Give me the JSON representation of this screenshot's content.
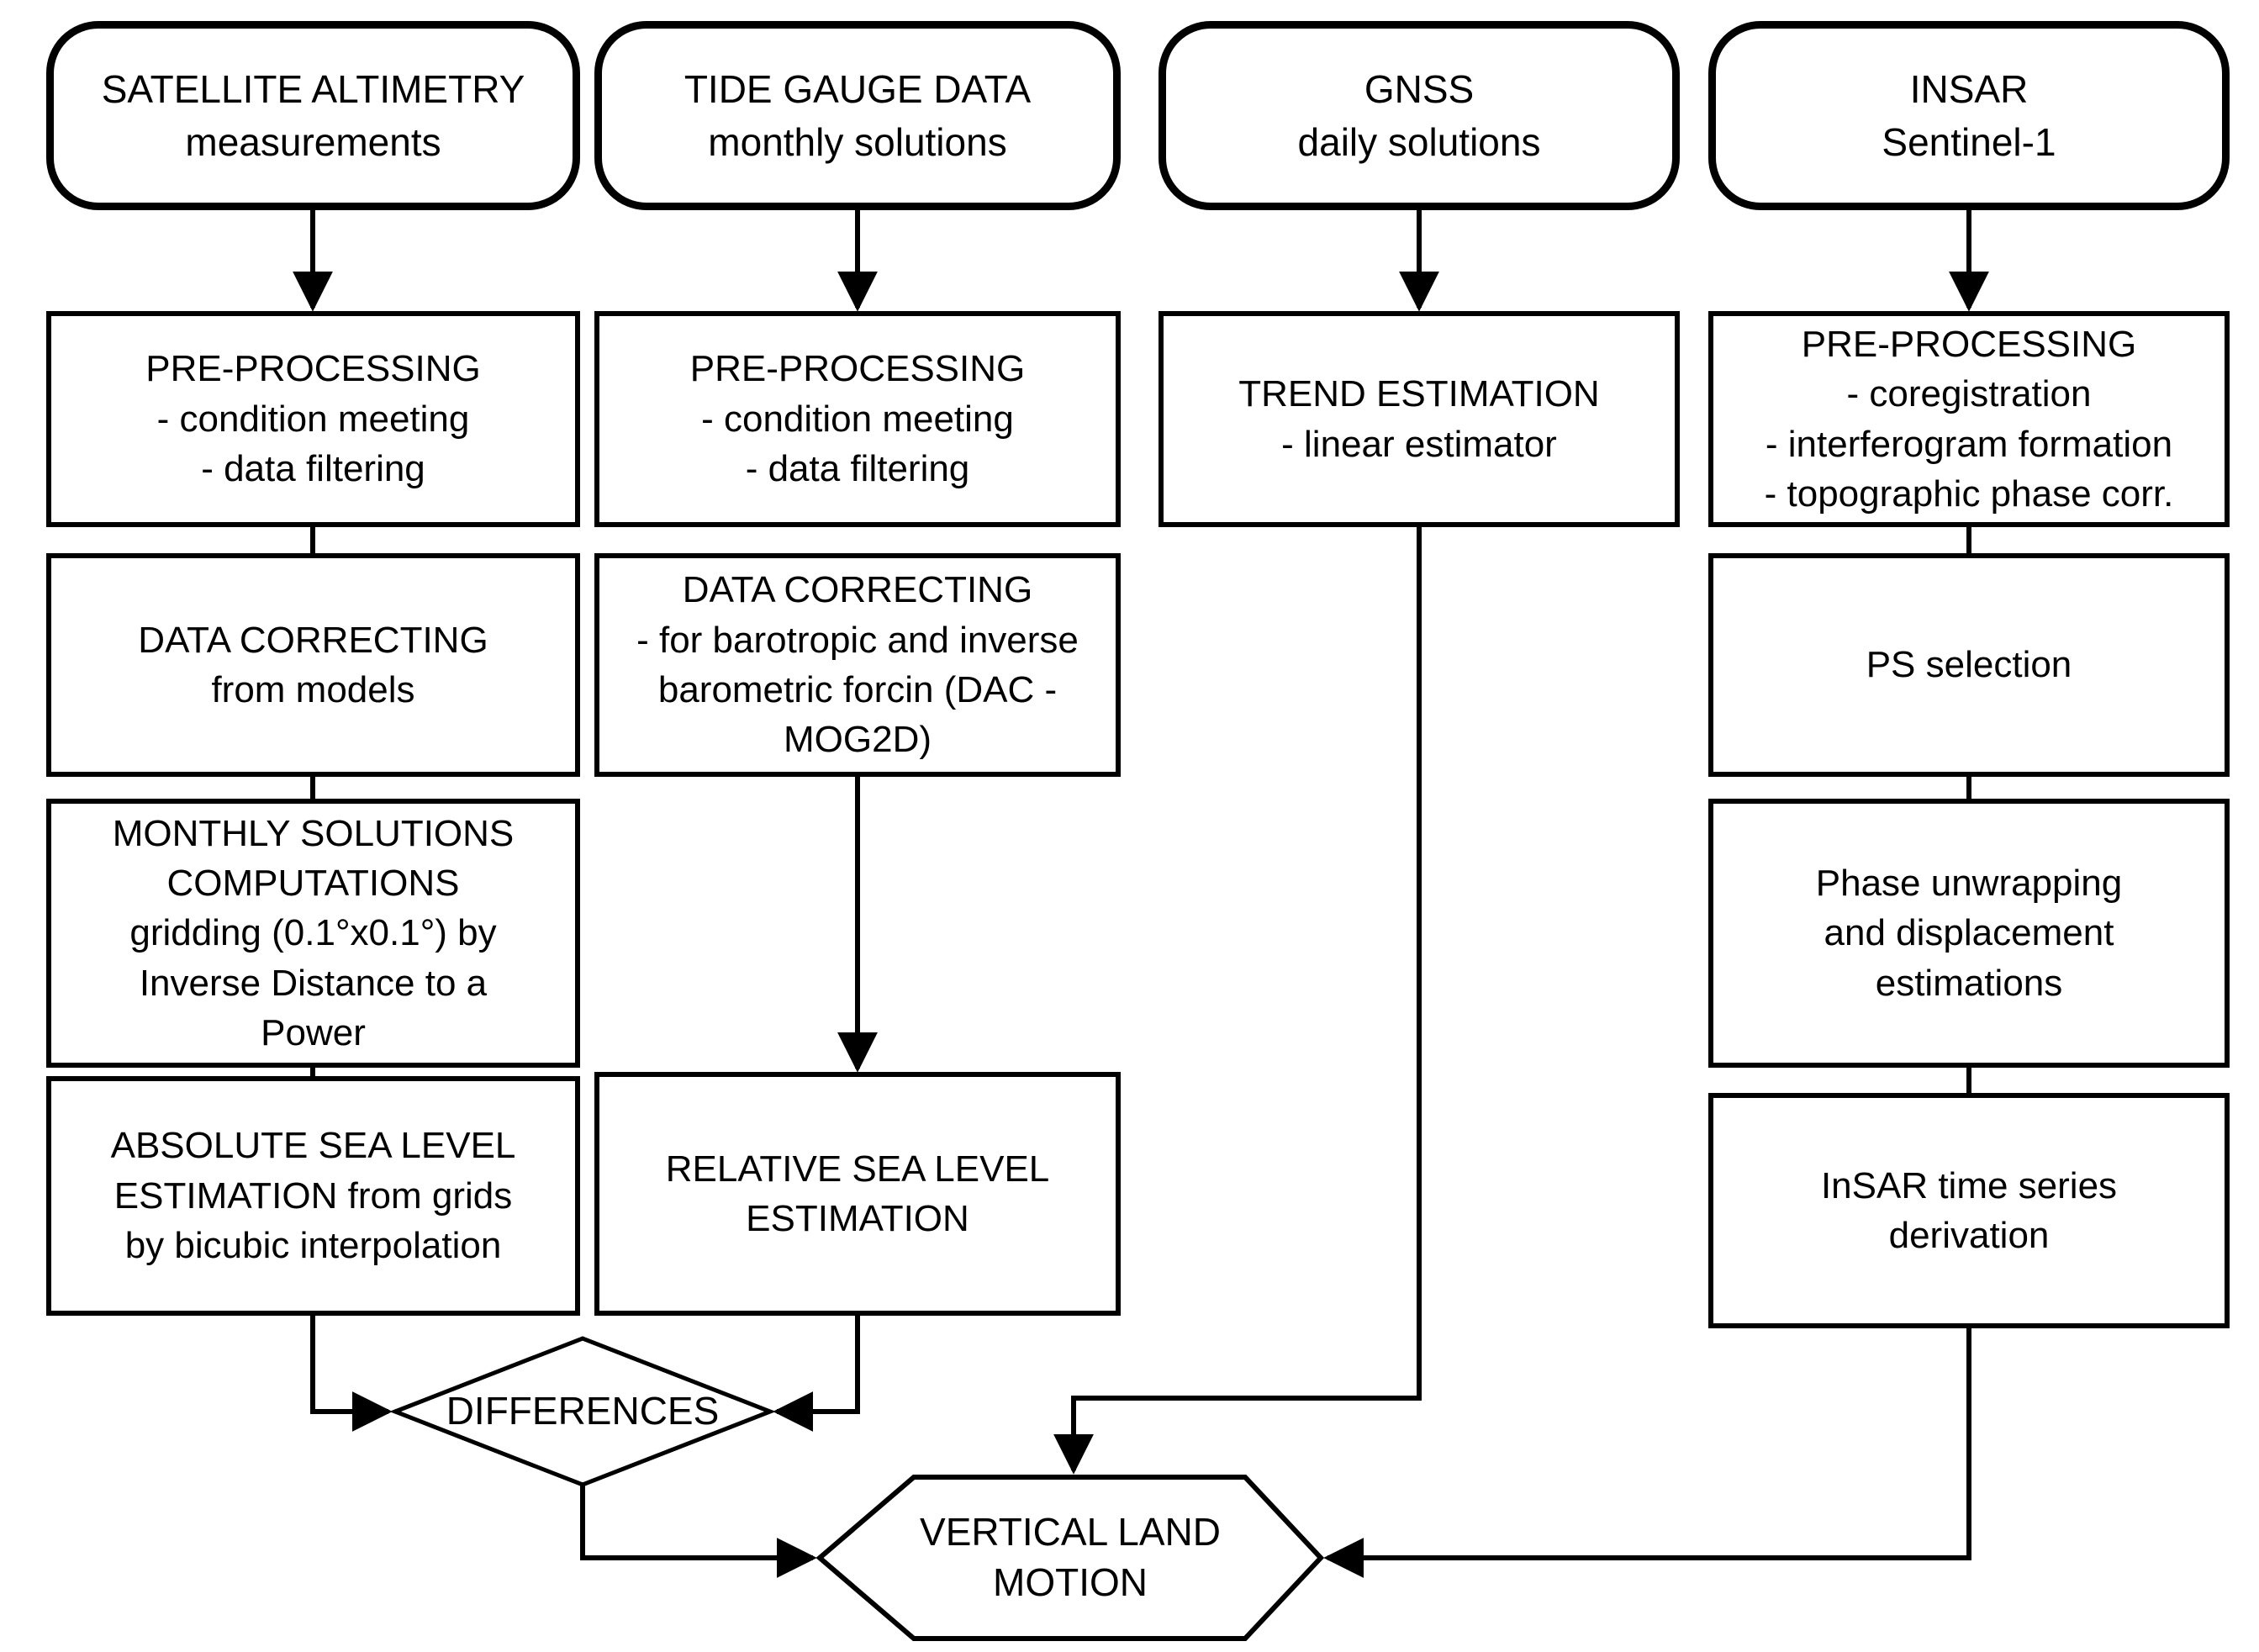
{
  "title": "Vertical land motion processing flowchart",
  "colors": {
    "line": "#000000",
    "fill": "#ffffff",
    "text": "#000000"
  },
  "nodes": {
    "satellite_source": [
      "SATELLITE ALTIMETRY",
      "measurements"
    ],
    "satellite_preprocessing": [
      "PRE-PROCESSING",
      "- condition meeting",
      "- data filtering"
    ],
    "satellite_correcting": [
      "DATA CORRECTING",
      "from models"
    ],
    "satellite_monthly": [
      "MONTHLY SOLUTIONS",
      "COMPUTATIONS",
      "gridding (0.1°x0.1°) by",
      "Inverse Distance to a",
      "Power"
    ],
    "satellite_absolute": [
      "ABSOLUTE SEA LEVEL",
      "ESTIMATION from grids",
      "by bicubic interpolation"
    ],
    "tide_source": [
      "TIDE GAUGE DATA",
      "monthly solutions"
    ],
    "tide_preprocessing": [
      "PRE-PROCESSING",
      "- condition meeting",
      "- data filtering"
    ],
    "tide_correcting": [
      "DATA CORRECTING",
      "- for barotropic and inverse",
      "barometric forcin (DAC -",
      "MOG2D)"
    ],
    "tide_relative": [
      "RELATIVE SEA LEVEL",
      "ESTIMATION"
    ],
    "gnss_source": [
      "GNSS",
      "daily solutions"
    ],
    "gnss_trend": [
      "TREND ESTIMATION",
      "- linear estimator"
    ],
    "insar_source": [
      "INSAR",
      "Sentinel-1"
    ],
    "insar_preprocessing": [
      "PRE-PROCESSING",
      "- coregistration",
      "- interferogram formation",
      "- topographic phase corr."
    ],
    "insar_ps": [
      "PS selection"
    ],
    "insar_phase": [
      "Phase unwrapping",
      "and displacement",
      "estimations"
    ],
    "insar_timeseries": [
      "InSAR time series",
      "derivation"
    ],
    "differences": [
      "DIFFERENCES"
    ],
    "vertical_land_motion": [
      "VERTICAL LAND",
      "MOTION"
    ]
  }
}
